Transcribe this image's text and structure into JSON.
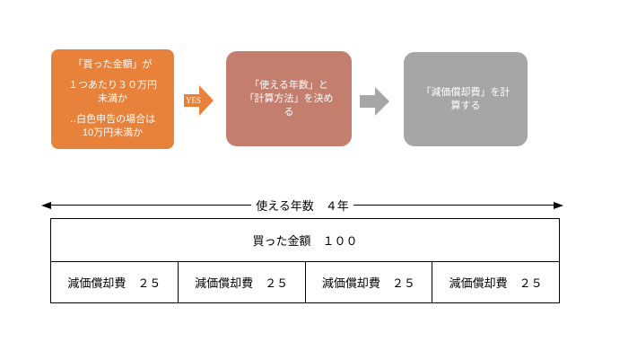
{
  "flow": {
    "step1": {
      "color": "#E8813A",
      "paragraphs": [
        [
          "「買った金額」が"
        ],
        [
          "１つあたり３０万円",
          "未満か"
        ],
        [
          "‥白色申告の場合は",
          "10万円未満か"
        ]
      ]
    },
    "yes_label": "YES",
    "step2": {
      "color": "#C47E6D",
      "lines": [
        "「使える年数」と",
        "「計算方法」を決め",
        "る"
      ]
    },
    "step3": {
      "color": "#A6A6A6",
      "lines": [
        "「減価償却費」を計",
        "算する"
      ]
    }
  },
  "table": {
    "span_label": "使える年数　４年",
    "total_label": "買った金額　１００",
    "cells": [
      "減価償却費　２５",
      "減価償却費　２５",
      "減価償却費　２５",
      "減価償却費　２５"
    ]
  }
}
